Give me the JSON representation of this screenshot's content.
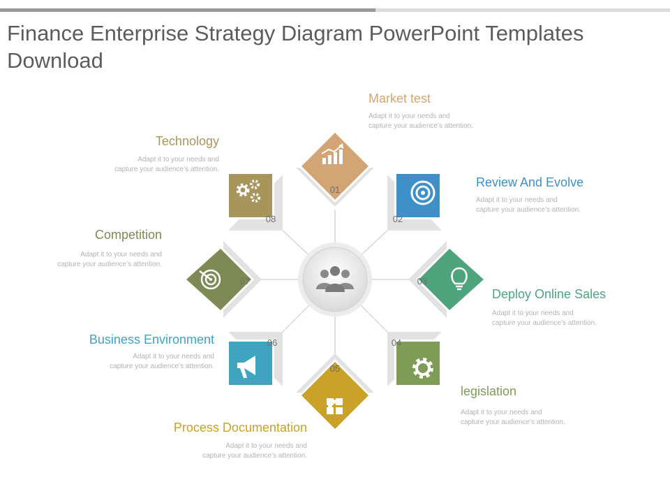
{
  "title": "Finance Enterprise Strategy Diagram PowerPoint Templates Download",
  "placeholder_text": "Adapt it to your needs and capture your audience’s attention.",
  "steps": [
    {
      "number": "01",
      "label": "Market test",
      "color": "#d4a574",
      "icon": "growth-chart-icon"
    },
    {
      "number": "02",
      "label": "Review And Evolve",
      "color": "#3f8fc9",
      "icon": "target-icon"
    },
    {
      "number": "03",
      "label": "Deploy Online Sales",
      "color": "#4ea57d",
      "icon": "lightbulb-icon"
    },
    {
      "number": "04",
      "label": "legislation",
      "color": "#7e9c55",
      "icon": "gear-icon"
    },
    {
      "number": "05",
      "label": "Process Documentation",
      "color": "#c9a227",
      "icon": "puzzle-icon"
    },
    {
      "number": "06",
      "label": "Business Environment",
      "color": "#3ea4c0",
      "icon": "megaphone-icon"
    },
    {
      "number": "07",
      "label": "Competition",
      "color": "#7d8a54",
      "icon": "target-arrow-icon"
    },
    {
      "number": "08",
      "label": "Technology",
      "color": "#a8955c",
      "icon": "gears-icon"
    }
  ],
  "center": {
    "icon": "team-icon"
  }
}
